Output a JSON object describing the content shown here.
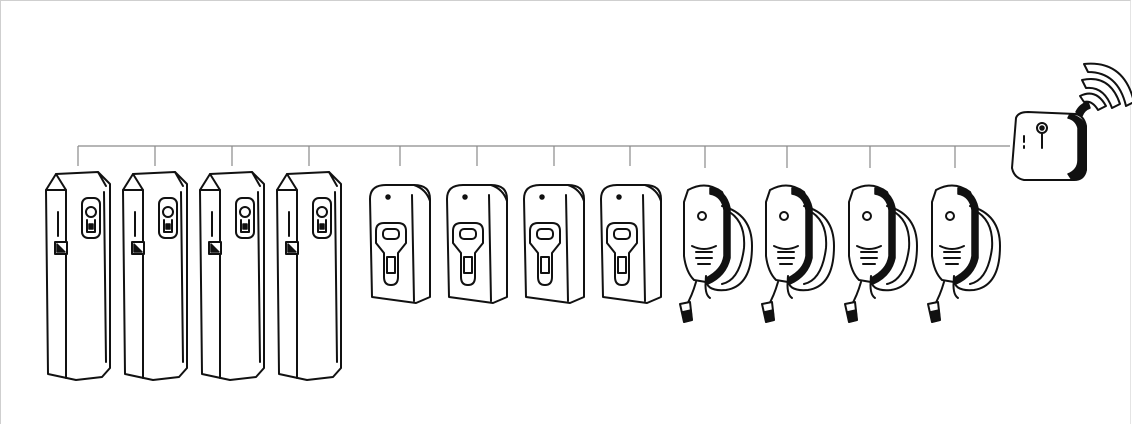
{
  "diagram": {
    "hub": {
      "icon": "network-controller-icon",
      "signal": "wireless-signal-icon"
    },
    "groups": [
      {
        "icon": "charging-pillar-icon",
        "count": 4
      },
      {
        "icon": "wall-charger-socket-icon",
        "count": 4
      },
      {
        "icon": "wall-charger-cable-icon",
        "count": 4
      }
    ],
    "colors": {
      "ink": "#111111",
      "wire": "#8a8a8a",
      "background": "#ffffff"
    }
  }
}
